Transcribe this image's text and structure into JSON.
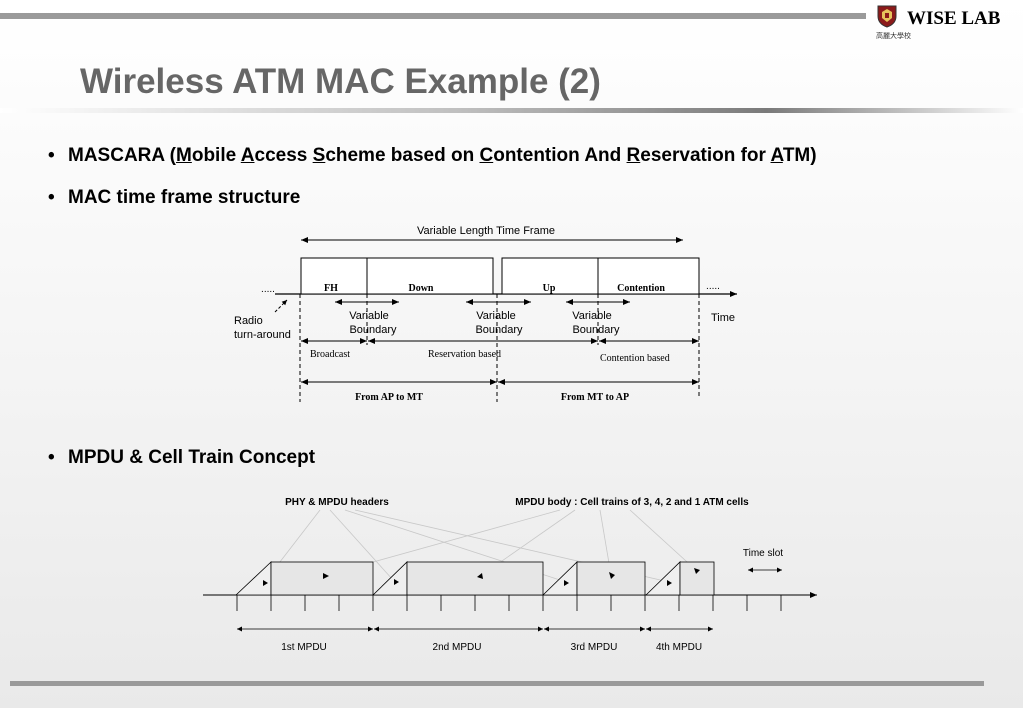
{
  "header": {
    "logo_text": "WISE LAB",
    "logo_subtitle": "高麗大學校"
  },
  "slide": {
    "title": "Wireless ATM MAC Example (2)"
  },
  "bullets": {
    "b1_prefix": "MASCARA (",
    "b1_parts": [
      {
        "u": "M",
        "rest": "obile "
      },
      {
        "u": "A",
        "rest": "ccess "
      },
      {
        "u": "S",
        "rest": "cheme based on "
      },
      {
        "u": "C",
        "rest": "ontention And "
      },
      {
        "u": "R",
        "rest": "eservation for "
      },
      {
        "u": "A",
        "rest": "TM)"
      }
    ],
    "b2": "MAC time frame structure",
    "b3": "MPDU & Cell Train Concept"
  },
  "diagram1": {
    "frame_label": "Variable Length Time Frame",
    "ellipsis": ".....",
    "segments": [
      "FH",
      "Down",
      "Up",
      "Contention"
    ],
    "boundary_label_1": "Variable",
    "boundary_label_2": "Boundary",
    "radio_1": "Radio",
    "radio_2": "turn-around",
    "time_label": "Time",
    "broadcast": "Broadcast",
    "reservation": "Reservation based",
    "contention": "Contention based",
    "from_ap": "From AP to MT",
    "from_mt": "From MT to AP"
  },
  "diagram2": {
    "phy_label": "PHY & MPDU headers",
    "body_label": "MPDU body : Cell trains of 3, 4, 2 and 1 ATM cells",
    "time_slot": "Time slot",
    "mpdus": [
      "1st MPDU",
      "2nd MPDU",
      "3rd MPDU",
      "4th MPDU"
    ]
  }
}
